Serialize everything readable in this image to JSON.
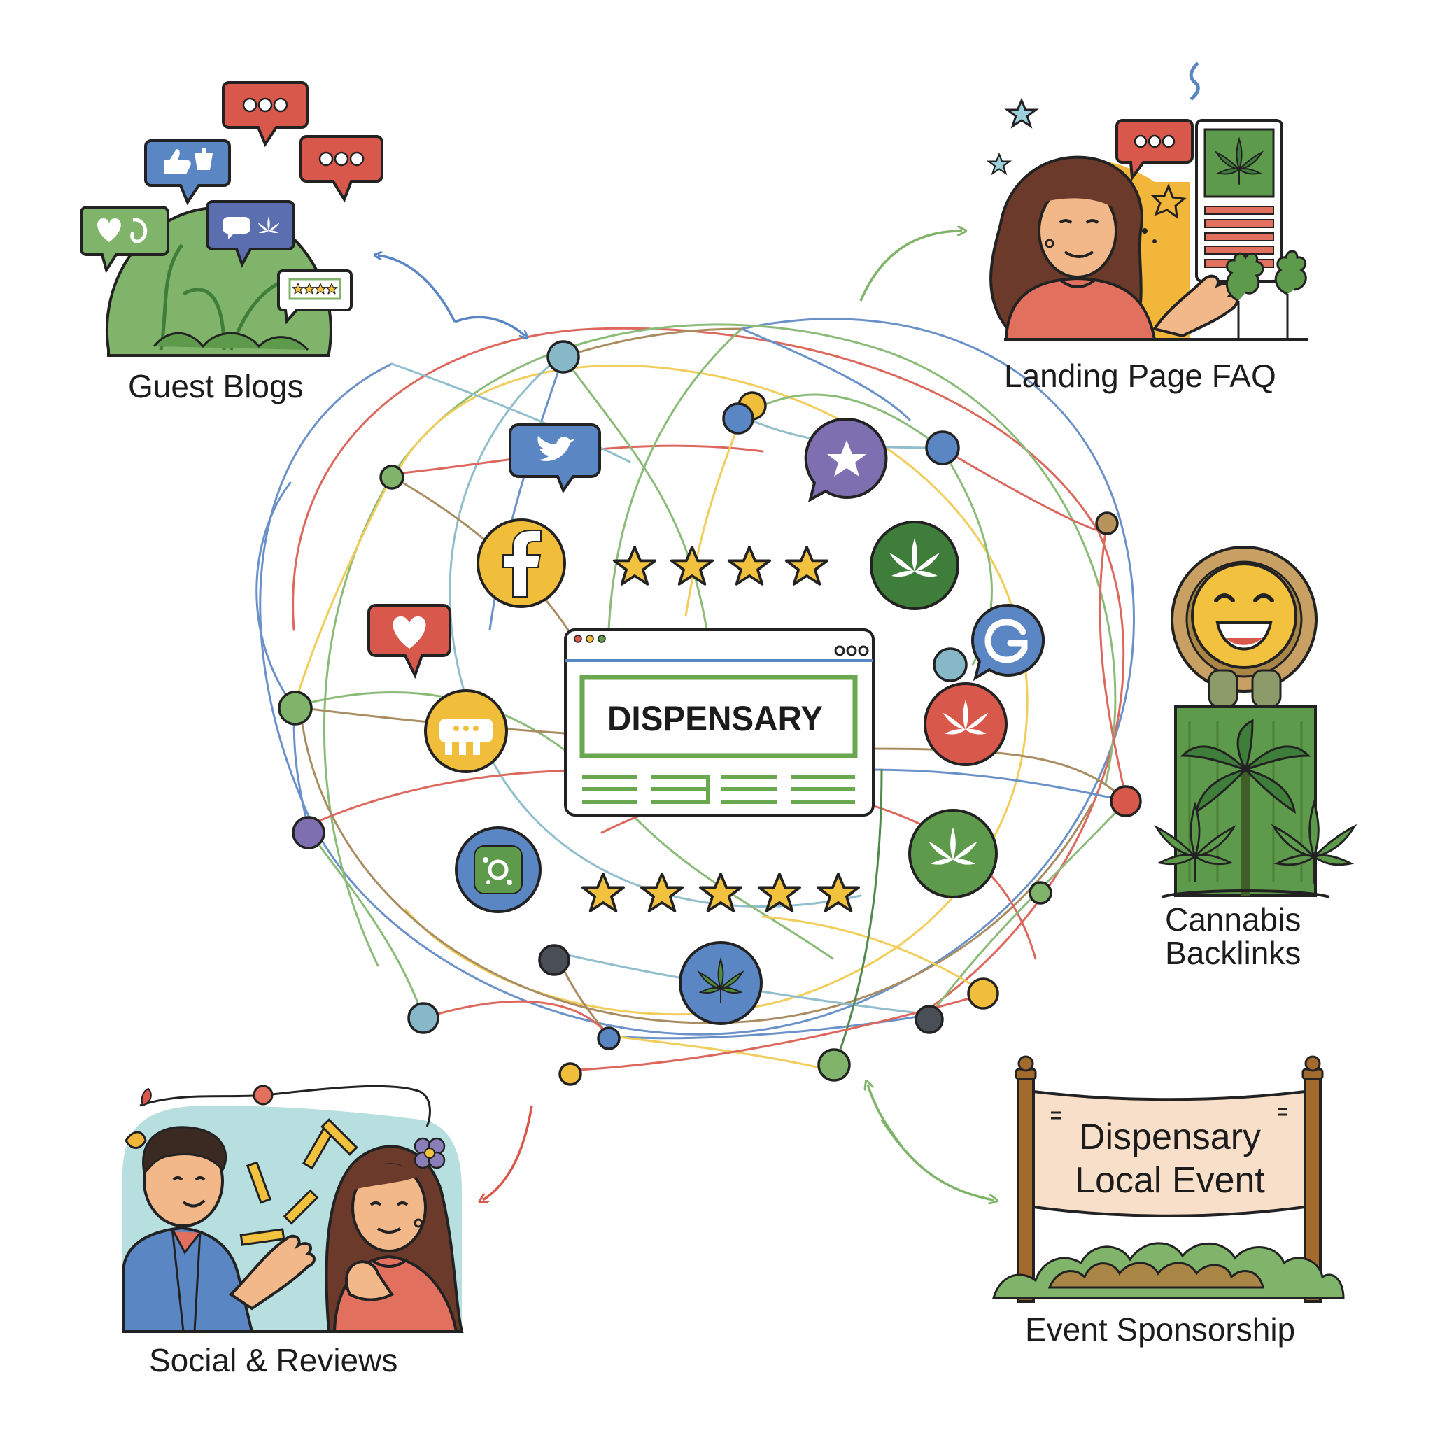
{
  "center": {
    "site_title": "DISPENSARY"
  },
  "corners": {
    "guest_blogs": "Guest Blogs",
    "landing_page_faq": "Landing Page FAQ",
    "cannabis_backlinks_line1": "Cannabis",
    "cannabis_backlinks_line2": "Backlinks",
    "social_reviews": "Social & Reviews",
    "event_sponsorship": "Event Sponsorship",
    "banner_line1": "Dispensary",
    "banner_line2": "Local Event"
  },
  "ratings": {
    "top_row_stars": 4,
    "bottom_row_stars": 5
  },
  "colors": {
    "green": "#5e9a4b",
    "dark_green": "#3f7d3a",
    "red": "#d9584c",
    "blue": "#5b86c4",
    "yellow": "#f0be3a",
    "purple": "#7e6fb0",
    "teal": "#86b8c8",
    "brown": "#a08050",
    "outline": "#222222"
  },
  "icons": [
    "facebook-icon",
    "twitter-icon",
    "heart-icon",
    "cannabis-leaf-icon",
    "star-icon",
    "chat-bubble-icon",
    "google-icon",
    "smiley-icon"
  ]
}
